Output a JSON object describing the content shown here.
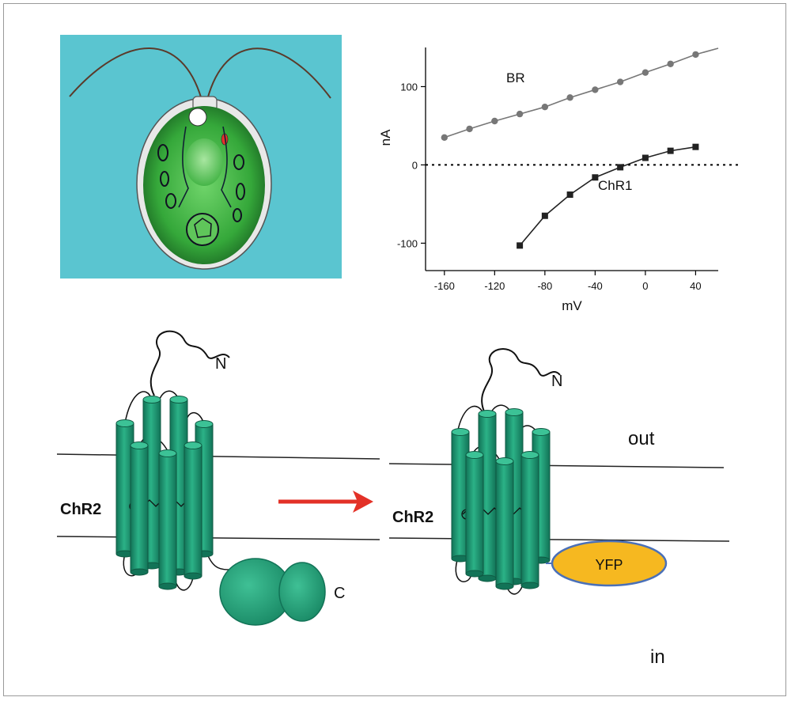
{
  "chart_data": {
    "type": "line",
    "xlabel": "mV",
    "ylabel": "nA",
    "xlim": [
      -175,
      58
    ],
    "ylim": [
      -135,
      150
    ],
    "xticks": [
      -160,
      -120,
      -80,
      -40,
      0,
      40
    ],
    "yticks": [
      -100,
      0,
      100
    ],
    "reference_line": {
      "y": 0,
      "style": "dotted"
    },
    "series": [
      {
        "name": "BR",
        "marker": "circle",
        "color": "#777777",
        "x": [
          -160,
          -140,
          -120,
          -100,
          -80,
          -60,
          -40,
          -20,
          0,
          20,
          40,
          58
        ],
        "y": [
          35,
          46,
          56,
          65,
          74,
          86,
          96,
          106,
          118,
          129,
          141,
          149
        ]
      },
      {
        "name": "ChR1",
        "marker": "square",
        "color": "#222222",
        "x": [
          -100,
          -80,
          -60,
          -40,
          -20,
          0,
          20,
          40
        ],
        "y": [
          -103,
          -65,
          -38,
          -16,
          -3,
          9,
          18,
          23
        ]
      }
    ]
  },
  "diagram": {
    "left_protein_label": "ChR2",
    "left_n_terminus": "N",
    "left_c_terminus": "C",
    "right_protein_label": "ChR2",
    "right_n_terminus": "N",
    "fusion_tag_label": "YFP",
    "outside_label": "out",
    "inside_label": "in"
  },
  "colors": {
    "background_panel": "#5ac5d0",
    "cell_green": "#35a83a",
    "helix_teal": "#239a74",
    "helix_dark": "#127357",
    "arrow_red": "#e33127",
    "yfp_orange": "#f6b820",
    "yfp_border": "#4a70b8"
  }
}
